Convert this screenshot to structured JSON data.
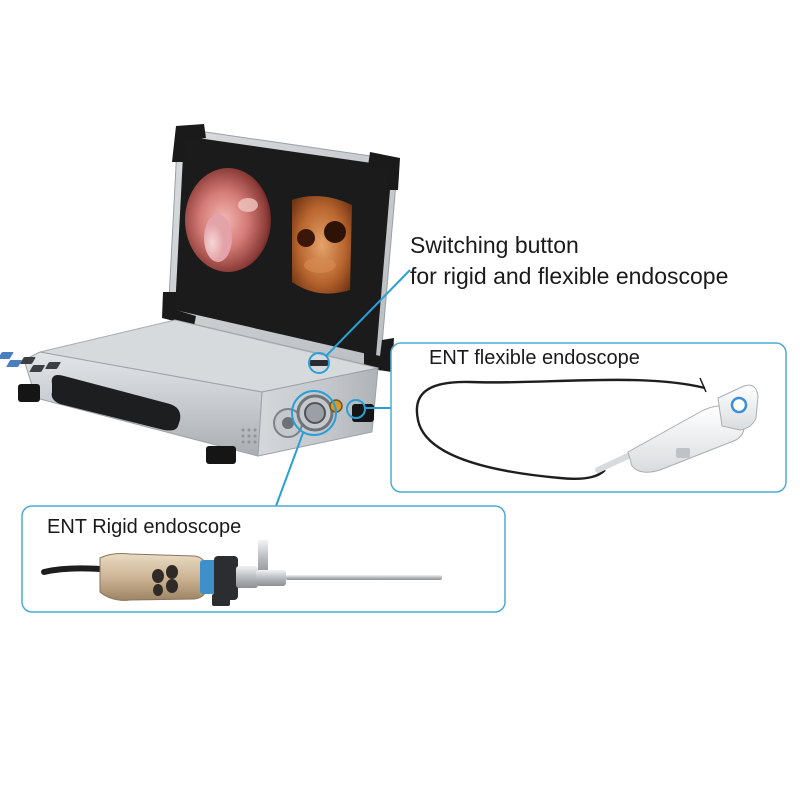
{
  "callouts": {
    "switch_line1": "Switching button",
    "switch_line2": "for rigid and flexible endoscope",
    "flexible_label": "ENT flexible endoscope",
    "rigid_label": "ENT Rigid endoscope"
  },
  "colors": {
    "callout_line": "#2a9fd6",
    "callout_border": "#4eaad6",
    "device_silver": "#c9cdd1",
    "bezel": "#1b1b1b"
  }
}
